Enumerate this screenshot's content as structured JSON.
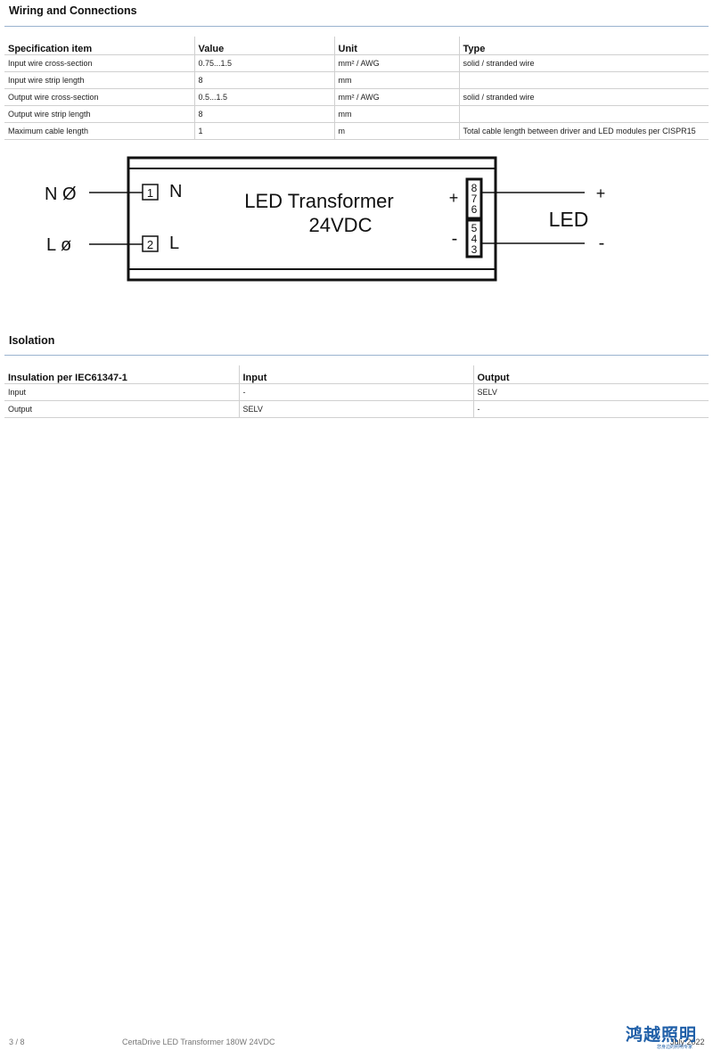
{
  "wiring": {
    "title": "Wiring and Connections",
    "headers": [
      "Specification item",
      "Value",
      "Unit",
      "Type"
    ],
    "rows": [
      [
        "Input wire cross-section",
        "0.75...1.5",
        "mm² / AWG",
        "solid / stranded wire"
      ],
      [
        "Input wire strip length",
        "8",
        "mm",
        ""
      ],
      [
        "Output wire cross-section",
        "0.5...1.5",
        "mm² / AWG",
        "solid / stranded wire"
      ],
      [
        "Output wire strip length",
        "8",
        "mm",
        ""
      ],
      [
        "Maximum cable length",
        "1",
        "m",
        "Total cable length between driver and LED modules per CISPR15"
      ]
    ]
  },
  "diagram": {
    "transformer_line1": "LED Transformer",
    "transformer_line2": "24VDC",
    "input_n_label": "N Ø",
    "input_l_label": "L ø",
    "terminal_1": "1",
    "terminal_2": "2",
    "terminal_n": "N",
    "terminal_l": "L",
    "plus_inside": "+",
    "minus_inside": "-",
    "pins_plus": [
      "8",
      "7",
      "6"
    ],
    "pins_minus": [
      "5",
      "4",
      "3"
    ],
    "led_label": "LED",
    "plus_out": "+",
    "minus_out": "-"
  },
  "isolation": {
    "title": "Isolation",
    "headers": [
      "Insulation per IEC61347-1",
      "Input",
      "Output"
    ],
    "rows": [
      [
        "Input",
        "-",
        "SELV"
      ],
      [
        "Output",
        "SELV",
        "-"
      ]
    ]
  },
  "footer": {
    "page": "3 / 8",
    "product": "CertaDrive LED Transformer 180W 24VDC",
    "date": "July 2022",
    "logo": "鸿越照明",
    "logo_sub": "您身边的照明专家"
  },
  "colors": {
    "accent_rule": "#9ab3cf",
    "logo_blue": "#1f5fa8"
  }
}
